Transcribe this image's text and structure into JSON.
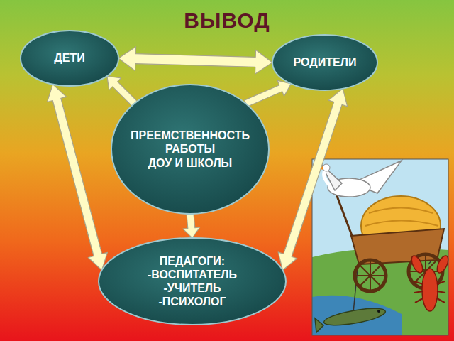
{
  "diagram": {
    "title": "ВЫВОД",
    "nodes": [
      {
        "text": [
          "ДЕТИ"
        ]
      },
      {
        "text": [
          "РОДИТЕЛИ"
        ]
      },
      {
        "text": [
          "ПРЕЕМСТВЕННОСТЬ РАБОТЫ ДОУ И ШКОЛЫ"
        ]
      },
      {
        "text": [
          "ПЕДАГОГИ:",
          "-ВОСПИТАТЕЛЬ -УЧИТЕЛЬ -ПСИХОЛОГ"
        ]
      }
    ],
    "edges": [
      {
        "from": 0,
        "to": 1,
        "arrow": "both"
      },
      {
        "from": 2,
        "to": 0,
        "arrow": "to"
      },
      {
        "from": 2,
        "to": 1,
        "arrow": "to"
      },
      {
        "from": 2,
        "to": 3,
        "arrow": "to"
      },
      {
        "from": 0,
        "to": 3,
        "arrow": "both"
      },
      {
        "from": 1,
        "to": 3,
        "arrow": "both"
      }
    ]
  }
}
